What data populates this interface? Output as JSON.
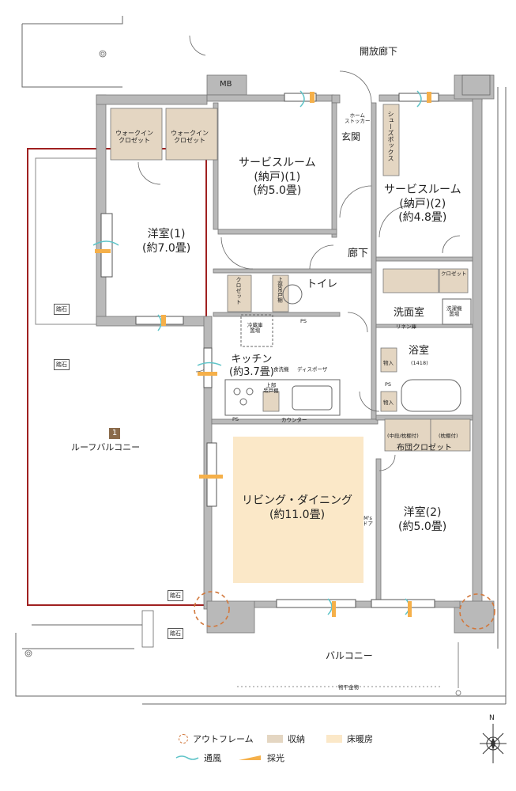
{
  "rooms": {
    "open_corridor": "開放廊下",
    "mb": "MB",
    "walkin1": "ウォークイン\nクロゼット",
    "walkin2": "ウォークイン\nクロゼット",
    "service1": "サービスルーム\n(納戸)(1)\n(約5.0畳)",
    "service2": "サービスルーム\n(納戸)(2)\n(約4.8畳)",
    "home_stocker": "ホーム\nストッカー",
    "entrance": "玄関",
    "shoe_box": "シューズボックス",
    "western1": "洋室(1)\n(約7.0畳)",
    "hallway": "廊下",
    "closet1": "クロゼット",
    "upper_cabinet": "上部吊戸棚",
    "toilet": "トイレ",
    "closet2": "クロゼット",
    "washroom": "洗面室",
    "linen": "リネン庫",
    "washer": "洗濯機\n置場",
    "bath": "浴室",
    "bath_size": "(1418)",
    "fridge": "冷蔵庫\n置場",
    "kitchen": "キッチン\n(約3.7畳)",
    "dishwasher": "食洗機",
    "disposer": "ディスポーザ",
    "upper_cabinet2": "上部\n吊戸棚",
    "counter": "カウンター",
    "storage1": "物入",
    "storage2": "物入",
    "futon_sub1": "(中段/枕棚付)",
    "futon_sub2": "(枕棚付)",
    "futon": "布団クロゼット",
    "living": "リビング・ダイニング\n(約11.0畳)",
    "md": "M's\nドア",
    "western2": "洋室(2)\n(約5.0畳)",
    "roof_balcony": "ルーフバルコニー",
    "roof_number": "1",
    "balcony": "バルコニー",
    "laundry_pole": "物干金物",
    "ps1": "PS",
    "ps2": "PS",
    "ps3": "PS",
    "stepping1": "踏石",
    "stepping2": "踏石",
    "stepping3": "踏石",
    "stepping4": "踏石"
  },
  "legend": {
    "outframe": "アウトフレーム",
    "storage": "収納",
    "floor_heating": "床暖房",
    "ventilation": "通風",
    "daylight": "採光",
    "north": "N"
  },
  "colors": {
    "storage": "#e4d6c2",
    "floor_heating": "#fbe8c8",
    "roof_outline": "#a02020",
    "outframe": "#d2783c",
    "wind": "#5fc4c8",
    "light": "#f5b04a"
  }
}
